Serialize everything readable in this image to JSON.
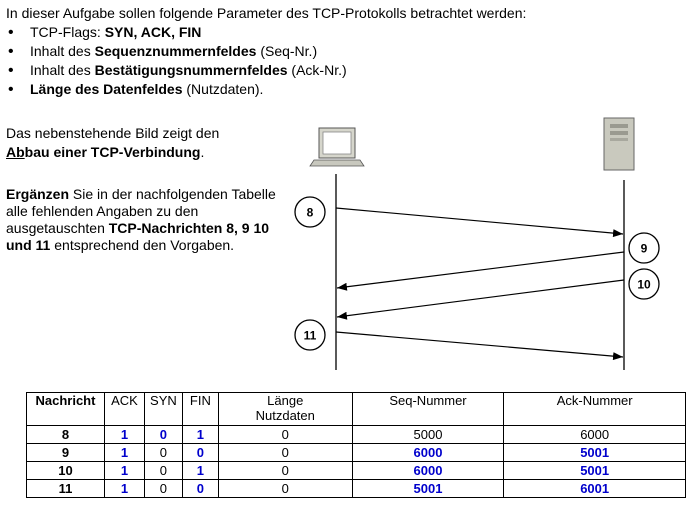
{
  "intro": {
    "lead": "In dieser Aufgabe sollen folgende Parameter des TCP-Protokolls betrachtet werden:",
    "bullets": [
      {
        "pre": "TCP-Flags: ",
        "bold": "SYN, ACK, FIN",
        "post": ""
      },
      {
        "pre": "Inhalt des ",
        "bold": "Sequenznummernfeldes",
        "post": " (Seq-Nr.)"
      },
      {
        "pre": "Inhalt des ",
        "bold": "Bestätigungsnummernfeldes",
        "post": " (Ack-Nr.)"
      },
      {
        "pre": "",
        "bold": "Länge des Datenfeldes",
        "post": " (Nutzdaten)."
      }
    ]
  },
  "description": {
    "line1": "Das nebenstehende Bild zeigt den",
    "abbau_underlined": "Ab",
    "abbau_rest": "bau einer TCP-Verbindung",
    "period": "."
  },
  "task": {
    "bold_start": "Ergänzen",
    "text1": " Sie in der nachfolgenden Tabelle alle fehlenden Angaben zu den ausgetauschten ",
    "bold_mid": "TCP-Nachrichten 8, 9 10 und 11",
    "text2": " entsprechend den Vorgaben."
  },
  "diagram": {
    "messages": [
      {
        "label": "8",
        "direction": "client-to-server"
      },
      {
        "label": "9",
        "direction": "server-to-client"
      },
      {
        "label": "10",
        "direction": "server-to-client"
      },
      {
        "label": "11",
        "direction": "client-to-server"
      }
    ],
    "left_icon": "desktop-computer-icon",
    "right_icon": "server-tower-icon"
  },
  "table": {
    "headers": [
      "Nachricht",
      "ACK",
      "SYN",
      "FIN",
      "Länge",
      "Nutzdaten",
      "Seq-Nummer",
      "Ack-Nummer"
    ],
    "rows": [
      {
        "msg": "8",
        "ack": "1",
        "syn": "0",
        "fin": "1",
        "len": "0",
        "seq": "5000",
        "acknr": "6000"
      },
      {
        "msg": "9",
        "ack": "1",
        "syn": "0",
        "fin": "0",
        "len": "0",
        "seq": "6000",
        "acknr": "5001"
      },
      {
        "msg": "10",
        "ack": "1",
        "syn": "0",
        "fin": "1",
        "len": "0",
        "seq": "6000",
        "acknr": "5001"
      },
      {
        "msg": "11",
        "ack": "1",
        "syn": "0",
        "fin": "0",
        "len": "0",
        "seq": "5001",
        "acknr": "6001"
      }
    ],
    "highlight_color": "#0000cc"
  }
}
